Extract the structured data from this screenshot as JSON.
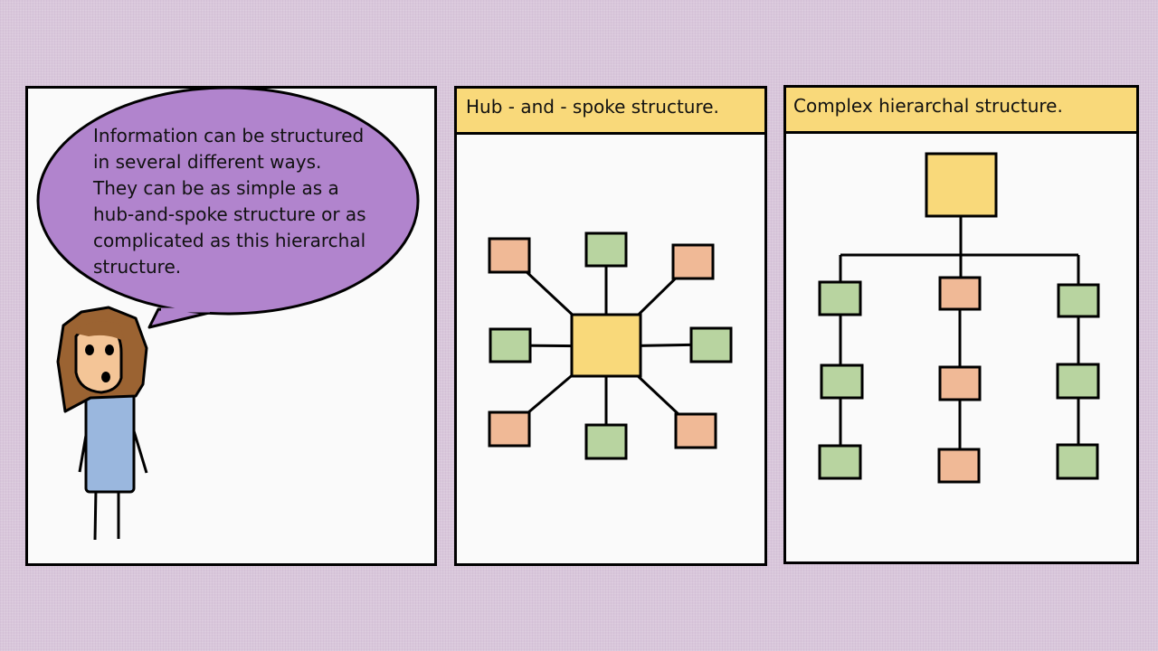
{
  "panel1": {
    "speech": "Information can be structured\nin several different ways.\nThey can be as simple as a\nhub-and-spoke structure or as\ncomplicated as this hierarchal\nstructure."
  },
  "panel2": {
    "title": "Hub - and - spoke structure."
  },
  "panel3": {
    "title": "Complex hierarchal structure."
  },
  "colors": {
    "background": "#d9c7db",
    "bubble": "#b184cd",
    "header": "#f9d97a",
    "node_yellow": "#f9d97a",
    "node_orange": "#f0b996",
    "node_green": "#b8d4a0",
    "shirt": "#9ab7de",
    "hair": "#9b6332",
    "skin": "#f4c597"
  }
}
